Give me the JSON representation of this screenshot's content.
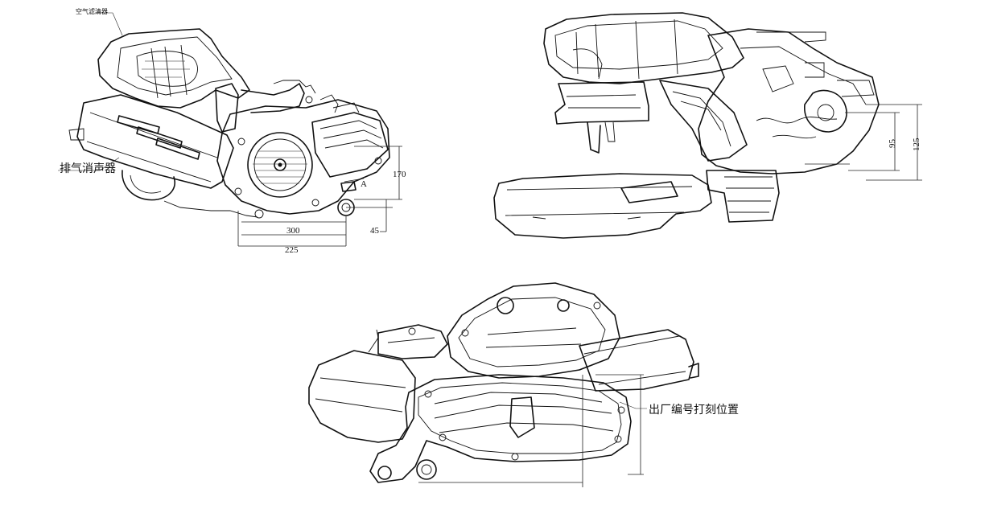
{
  "view1": {
    "label_air_filter": "空气滤清器",
    "label_muffler": "排气消声器",
    "dim_170": "170",
    "dim_300": "300",
    "dim_225": "225",
    "dim_45": "45",
    "mark_a": "A"
  },
  "view2": {
    "dim_95": "95",
    "dim_125": "125"
  },
  "view3": {
    "label_serial": "出厂编号打刻位置"
  }
}
